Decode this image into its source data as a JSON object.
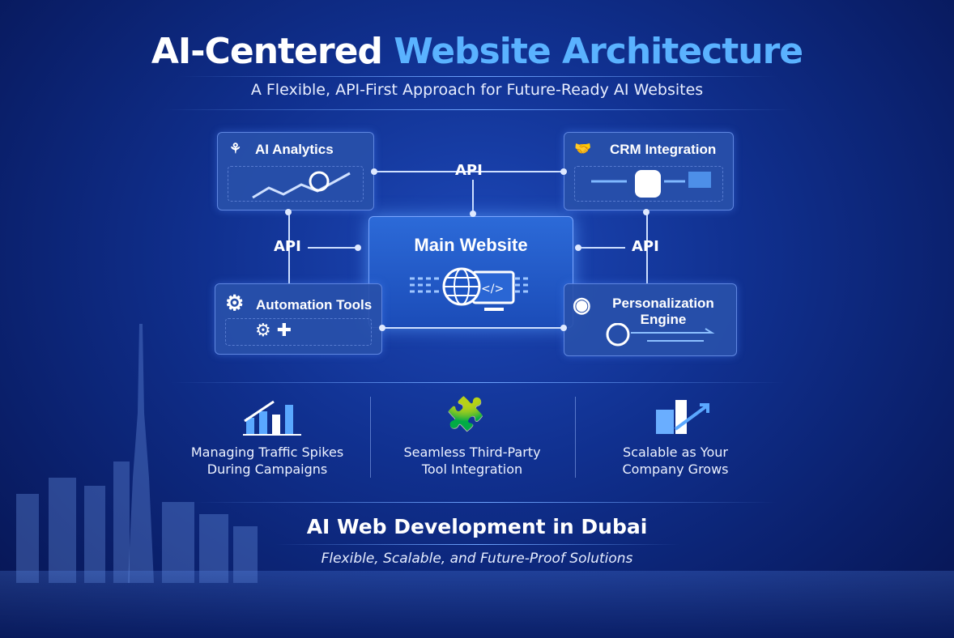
{
  "title": {
    "part1": "AI-Centered ",
    "part2": "Website Architecture"
  },
  "subtitle": "A Flexible, API-First Approach for Future-Ready AI Websites",
  "diagram": {
    "center": "Main Website",
    "nodes": [
      "AI Analytics",
      "CRM Integration",
      "Automation Tools",
      "Personalization Engine"
    ],
    "connector_label": "API"
  },
  "features": [
    {
      "line1": "Managing Traffic Spikes",
      "line2": "During Campaigns"
    },
    {
      "line1": "Seamless Third-Party",
      "line2": "Tool Integration"
    },
    {
      "line1": "Scalable as Your",
      "line2": "Company Grows"
    }
  ],
  "footer": {
    "heading": "AI Web Development in Dubai",
    "tagline": "Flexible, Scalable, and Future-Proof Solutions"
  }
}
